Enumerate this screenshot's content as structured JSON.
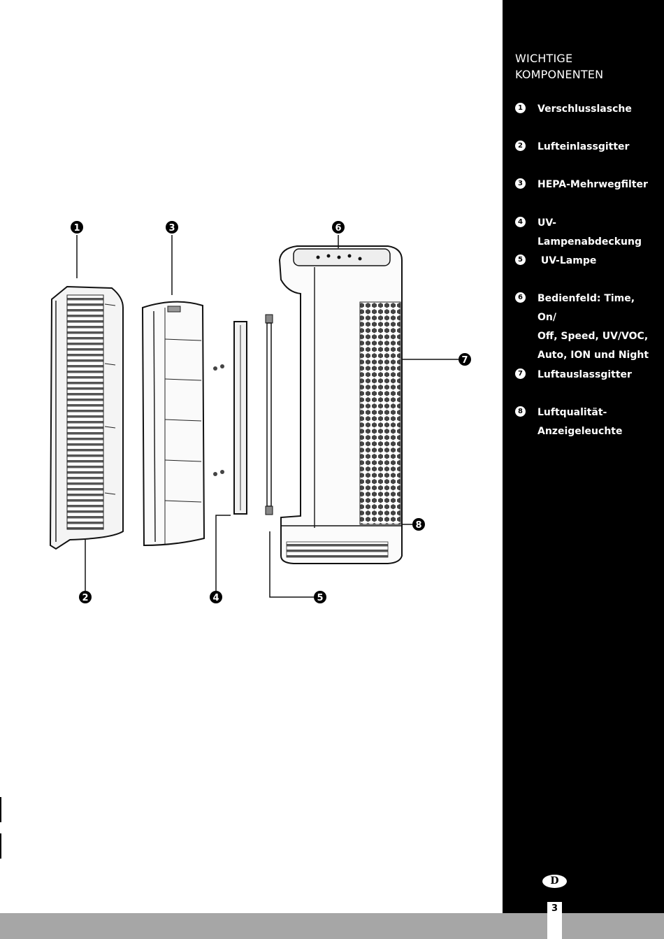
{
  "sidebar": {
    "title": "WICHTIGE\nKOMPONENTEN",
    "components": [
      {
        "num": "1",
        "label": "Verschlusslasche"
      },
      {
        "num": "2",
        "label": "Lufteinlassgitter"
      },
      {
        "num": "3",
        "label": "HEPA-Mehrwegfilter"
      },
      {
        "num": "4",
        "label": "UV-Lampenabdeckung"
      },
      {
        "num": "5",
        "label": " UV-Lampe"
      },
      {
        "num": "6",
        "label": "Bedienfeld: Time, On/\nOff, Speed, UV/VOC,\nAuto, ION und Night"
      },
      {
        "num": "7",
        "label": "Luftauslassgitter"
      },
      {
        "num": "8",
        "label": "Luftqualität-\nAnzeigeleuchte"
      }
    ]
  },
  "diagram": {
    "callouts": [
      "1",
      "2",
      "3",
      "4",
      "5",
      "6",
      "7",
      "8"
    ]
  },
  "footer": {
    "language": "D",
    "page_number": "3"
  }
}
